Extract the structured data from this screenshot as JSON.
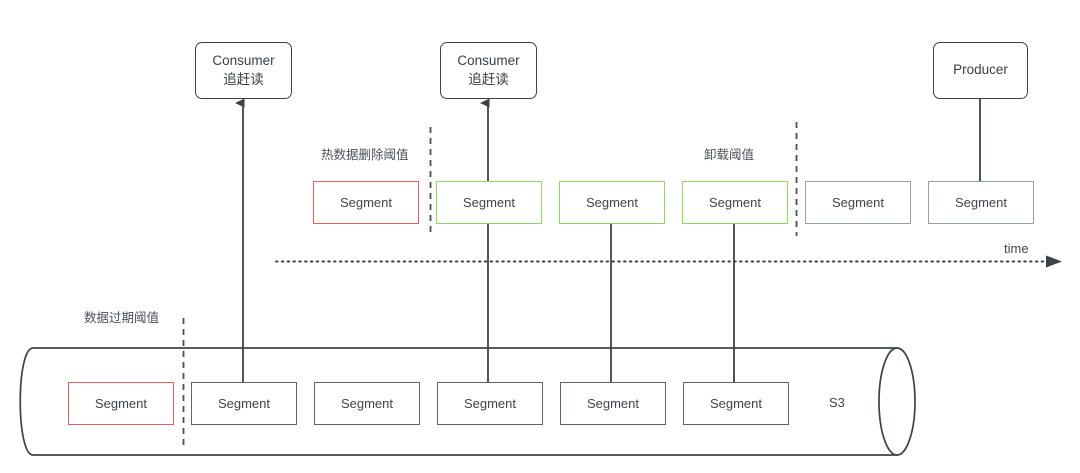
{
  "diagram": {
    "title_text_colors": {
      "stroke_dark": "#3b4349",
      "stroke_gray": "#5d646a",
      "stroke_light_gray": "#9aa0a6",
      "red": "#ef5b5b",
      "green": "#8ed863",
      "text": "#3f454b"
    },
    "consumers": [
      {
        "id": "consumer-left",
        "line1": "Consumer",
        "line2": "追赶读"
      },
      {
        "id": "consumer-mid",
        "line1": "Consumer",
        "line2": "追赶读"
      }
    ],
    "producer": {
      "id": "producer",
      "label": "Producer"
    },
    "thresholds": [
      {
        "id": "hot-data-delete-threshold",
        "label": "热数据删除阈值"
      },
      {
        "id": "offload-threshold",
        "label": "卸载阈值"
      },
      {
        "id": "data-expire-threshold",
        "label": "数据过期阈值"
      }
    ],
    "time_axis": {
      "label": "time"
    },
    "storage": {
      "label": "S3"
    },
    "broker_segments": [
      {
        "index": 0,
        "label": "Segment",
        "state": "expired-red"
      },
      {
        "index": 1,
        "label": "Segment",
        "state": "hot-green"
      },
      {
        "index": 2,
        "label": "Segment",
        "state": "hot-green"
      },
      {
        "index": 3,
        "label": "Segment",
        "state": "hot-green"
      },
      {
        "index": 4,
        "label": "Segment",
        "state": "pending-gray"
      },
      {
        "index": 5,
        "label": "Segment",
        "state": "pending-gray"
      }
    ],
    "s3_segments": [
      {
        "index": 0,
        "label": "Segment",
        "state": "expired-red"
      },
      {
        "index": 1,
        "label": "Segment",
        "state": "stored-gray"
      },
      {
        "index": 2,
        "label": "Segment",
        "state": "stored-gray"
      },
      {
        "index": 3,
        "label": "Segment",
        "state": "stored-gray"
      },
      {
        "index": 4,
        "label": "Segment",
        "state": "stored-gray"
      },
      {
        "index": 5,
        "label": "Segment",
        "state": "stored-gray"
      }
    ]
  }
}
